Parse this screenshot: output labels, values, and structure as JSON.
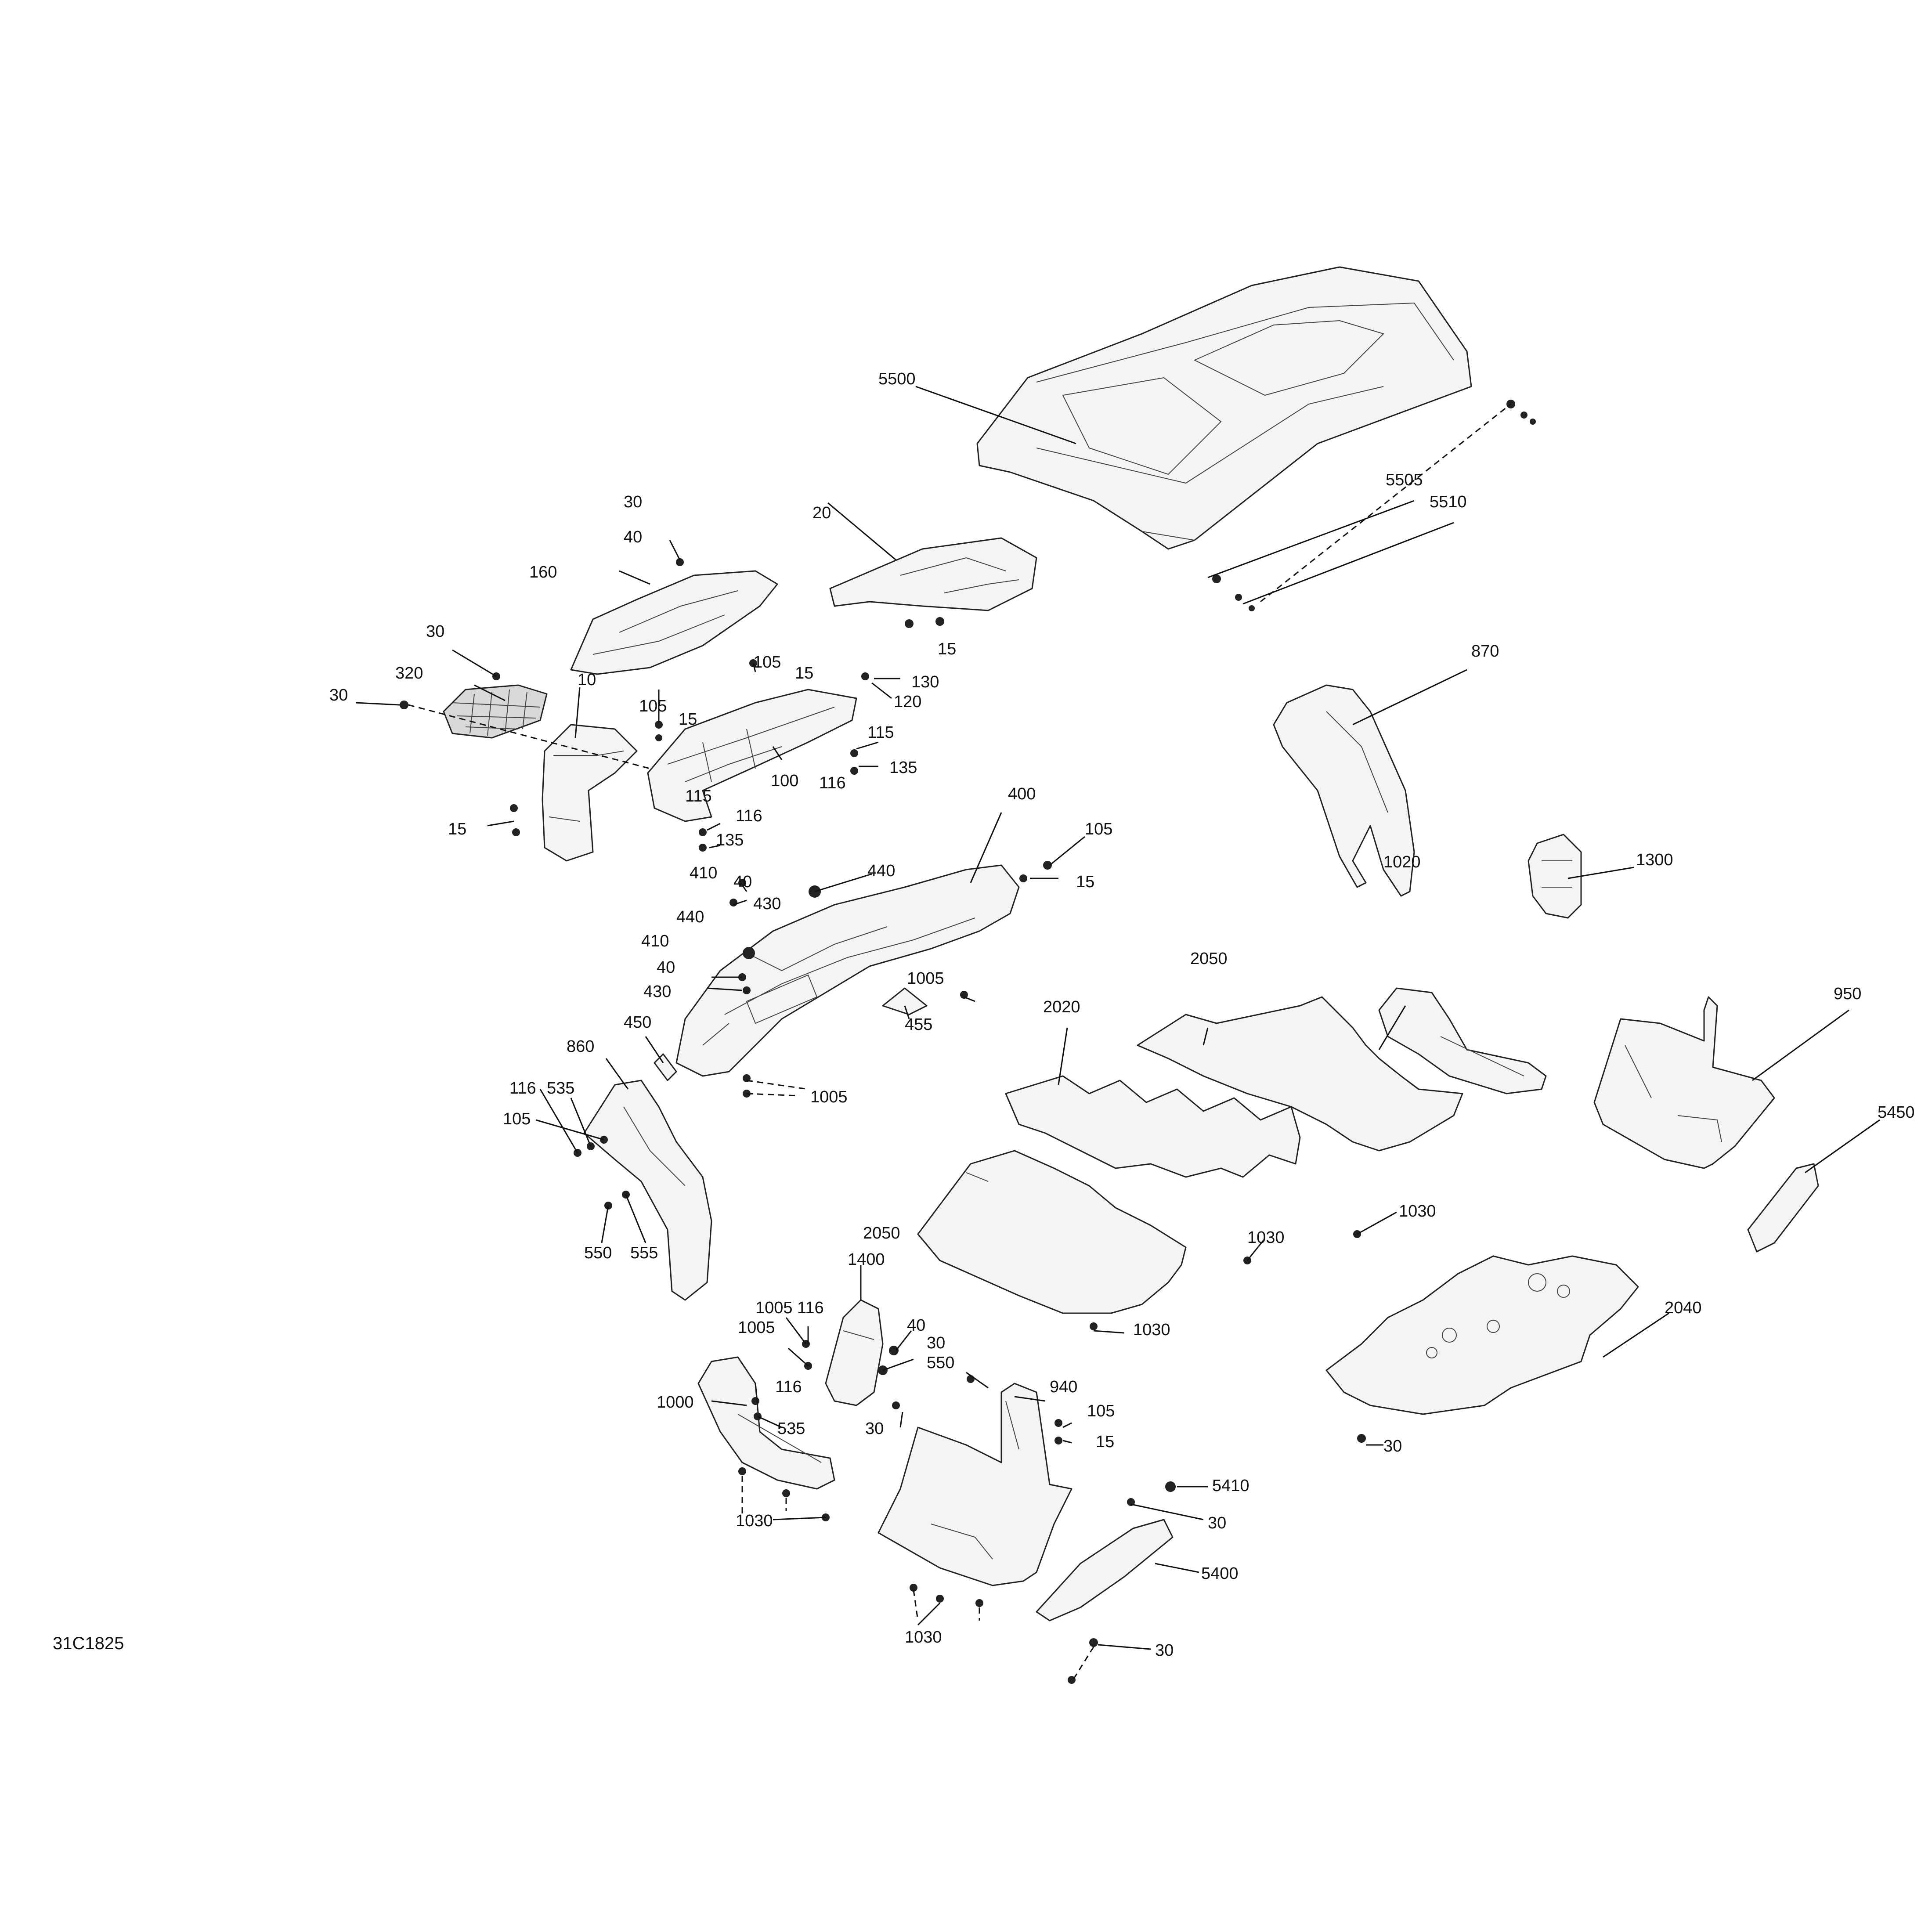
{
  "reference_code": "31C1825",
  "callouts": [
    {
      "id": "c5500",
      "text": "5500"
    },
    {
      "id": "c5505",
      "text": "5505"
    },
    {
      "id": "c5510",
      "text": "5510"
    },
    {
      "id": "c30a",
      "text": "30"
    },
    {
      "id": "c40a",
      "text": "40"
    },
    {
      "id": "c160",
      "text": "160"
    },
    {
      "id": "c20",
      "text": "20"
    },
    {
      "id": "c15a",
      "text": "15"
    },
    {
      "id": "c30b",
      "text": "30"
    },
    {
      "id": "c320",
      "text": "320"
    },
    {
      "id": "c30c",
      "text": "30"
    },
    {
      "id": "c10",
      "text": "10"
    },
    {
      "id": "c105a",
      "text": "105"
    },
    {
      "id": "c15b",
      "text": "15"
    },
    {
      "id": "c105b",
      "text": "105"
    },
    {
      "id": "c15c",
      "text": "15"
    },
    {
      "id": "c130",
      "text": "130"
    },
    {
      "id": "c120",
      "text": "120"
    },
    {
      "id": "c115a",
      "text": "115"
    },
    {
      "id": "c135a",
      "text": "135"
    },
    {
      "id": "c116a",
      "text": "116"
    },
    {
      "id": "c100",
      "text": "100"
    },
    {
      "id": "c115b",
      "text": "115"
    },
    {
      "id": "c116b",
      "text": "116"
    },
    {
      "id": "c135b",
      "text": "135"
    },
    {
      "id": "c15d",
      "text": "15"
    },
    {
      "id": "c870",
      "text": "870"
    },
    {
      "id": "c400",
      "text": "400"
    },
    {
      "id": "c105c",
      "text": "105"
    },
    {
      "id": "c15e",
      "text": "15"
    },
    {
      "id": "c440a",
      "text": "440"
    },
    {
      "id": "c410a",
      "text": "410"
    },
    {
      "id": "c40b",
      "text": "40"
    },
    {
      "id": "c430a",
      "text": "430"
    },
    {
      "id": "c440b",
      "text": "440"
    },
    {
      "id": "c410b",
      "text": "410"
    },
    {
      "id": "c40c",
      "text": "40"
    },
    {
      "id": "c430b",
      "text": "430"
    },
    {
      "id": "c1005a",
      "text": "1005"
    },
    {
      "id": "c455",
      "text": "455"
    },
    {
      "id": "c450",
      "text": "450"
    },
    {
      "id": "c1005b",
      "text": "1005"
    },
    {
      "id": "c1020",
      "text": "1020"
    },
    {
      "id": "c1300",
      "text": "1300"
    },
    {
      "id": "c2050a",
      "text": "2050"
    },
    {
      "id": "c2020",
      "text": "2020"
    },
    {
      "id": "c950",
      "text": "950"
    },
    {
      "id": "c860",
      "text": "860"
    },
    {
      "id": "c116c",
      "text": "116"
    },
    {
      "id": "c535a",
      "text": "535"
    },
    {
      "id": "c105d",
      "text": "105"
    },
    {
      "id": "c555",
      "text": "555"
    },
    {
      "id": "c550a",
      "text": "550"
    },
    {
      "id": "c5450",
      "text": "5450"
    },
    {
      "id": "c1030a",
      "text": "1030"
    },
    {
      "id": "c2050b",
      "text": "2050"
    },
    {
      "id": "c1030b",
      "text": "1030"
    },
    {
      "id": "c1400",
      "text": "1400"
    },
    {
      "id": "c116d",
      "text": "116"
    },
    {
      "id": "c1005c",
      "text": "1005"
    },
    {
      "id": "c40d",
      "text": "40"
    },
    {
      "id": "c30d",
      "text": "30"
    },
    {
      "id": "c1005d",
      "text": "1005"
    },
    {
      "id": "c1030c",
      "text": "1030"
    },
    {
      "id": "c2040",
      "text": "2040"
    },
    {
      "id": "c550b",
      "text": "550"
    },
    {
      "id": "c940",
      "text": "940"
    },
    {
      "id": "c1000",
      "text": "1000"
    },
    {
      "id": "c116e",
      "text": "116"
    },
    {
      "id": "c535b",
      "text": "535"
    },
    {
      "id": "c105e",
      "text": "105"
    },
    {
      "id": "c15f",
      "text": "15"
    },
    {
      "id": "c30e",
      "text": "30"
    },
    {
      "id": "c30f",
      "text": "30"
    },
    {
      "id": "c5410",
      "text": "5410"
    },
    {
      "id": "c30g",
      "text": "30"
    },
    {
      "id": "c5400",
      "text": "5400"
    },
    {
      "id": "c1030d",
      "text": "1030"
    },
    {
      "id": "c1030e",
      "text": "1030"
    },
    {
      "id": "c30h",
      "text": "30"
    }
  ]
}
